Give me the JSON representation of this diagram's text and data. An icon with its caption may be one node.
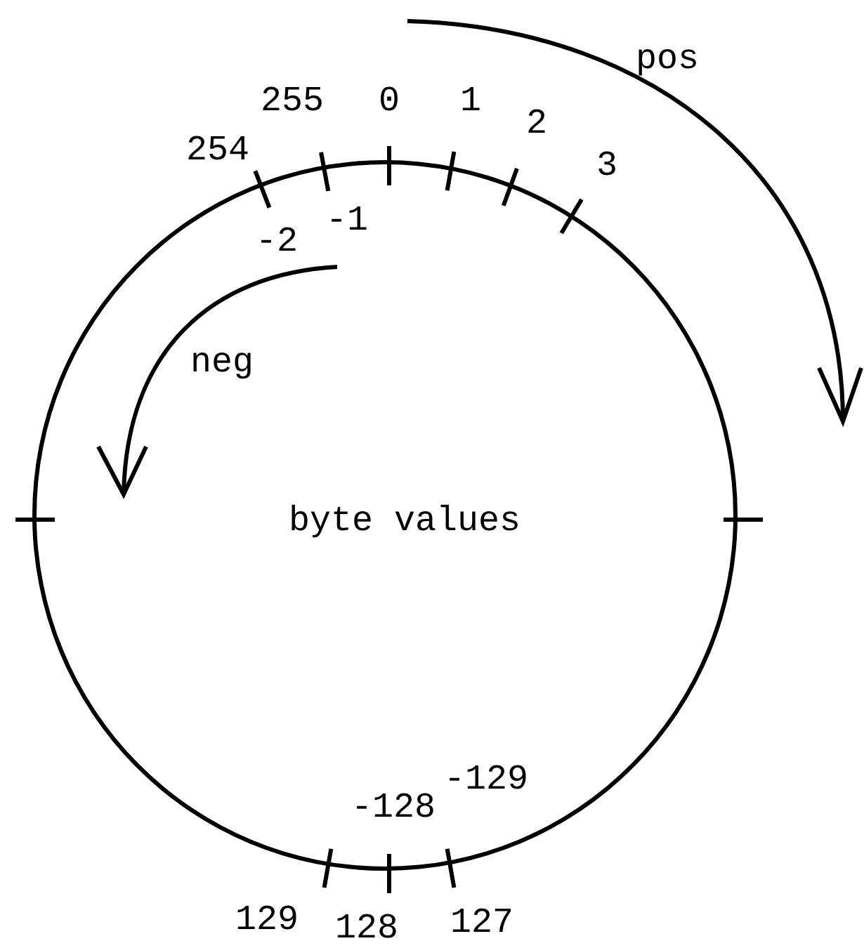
{
  "diagram": {
    "nodes": [
      {
        "text": [
          "byte values"
        ]
      }
    ],
    "labels": [
      "pos",
      "255",
      "0",
      "1",
      "2",
      "254",
      "3",
      "-1",
      "-2",
      "neg",
      "-129",
      "-128",
      "129",
      "128",
      "127"
    ]
  }
}
